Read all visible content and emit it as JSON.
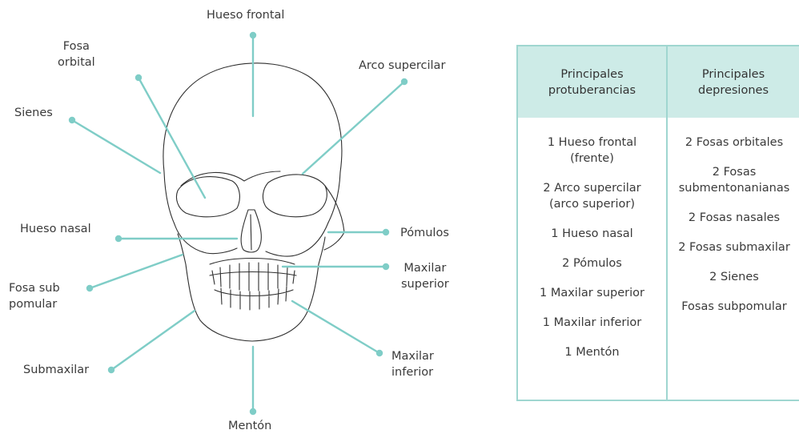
{
  "labels": {
    "hueso_frontal": "Hueso frontal",
    "fosa_orbital": "Fosa\norbital",
    "arco_supercilar": "Arco supercilar",
    "sienes": "Sienes",
    "hueso_nasal": "Hueso nasal",
    "pomulos": "Pómulos",
    "fosa_sub_pomular": "Fosa sub\npomular",
    "maxilar_superior": "Maxilar\nsuperior",
    "submaxilar": "Submaxilar",
    "maxilar_inferior": "Maxilar\ninferior",
    "menton": "Mentón"
  },
  "table": {
    "headers": [
      "Principales\nprotuberancias",
      "Principales\ndepresiones"
    ],
    "protuberancias": [
      "1 Hueso frontal\n(frente)",
      "2 Arco supercilar\n(arco superior)",
      "1 Hueso nasal",
      "2 Pómulos",
      "1 Maxilar superior",
      "1 Maxilar inferior",
      "1 Mentón"
    ],
    "depresiones": [
      "2 Fosas orbitales",
      "2 Fosas\nsubmentonanianas",
      "2 Fosas nasales",
      "2 Fosas submaxilar",
      "2 Sienes",
      "Fosas subpomular"
    ]
  },
  "colors": {
    "leader": "#7fcdc7",
    "header_bg": "#cdebe7",
    "border": "#9fd6d0",
    "skull_line": "#2f2f2f"
  }
}
